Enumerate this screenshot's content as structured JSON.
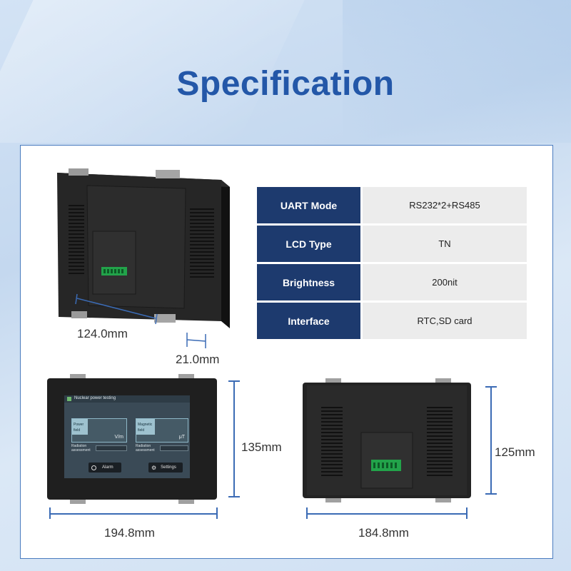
{
  "title": "Specification",
  "specs": [
    {
      "label": "UART Mode",
      "value": "RS232*2+RS485"
    },
    {
      "label": "LCD Type",
      "value": "TN"
    },
    {
      "label": "Brightness",
      "value": "200nit"
    },
    {
      "label": "Interface",
      "value": "RTC,SD card"
    }
  ],
  "dimensions": {
    "side_width": "124.0mm",
    "side_depth": "21.0mm",
    "front_width": "194.8mm",
    "front_height": "135mm",
    "back_width": "184.8mm",
    "back_height": "125mm"
  },
  "screen_ui": {
    "header": "Nuclear power testing",
    "card1_label_line1": "Power",
    "card1_label_line2": "field",
    "card1_unit": "V/m",
    "card2_label_line1": "Magnetic",
    "card2_label_line2": "field",
    "card2_unit": "μT",
    "assess_line1": "Radiation",
    "assess_line2": "assessment",
    "alarm_button": "Alarm",
    "settings_button": "Settings"
  },
  "colors": {
    "title": "#2357a8",
    "table_label_bg": "#1d3a6e",
    "table_value_bg": "#ececec",
    "dimension_line": "#3b6bb5"
  }
}
